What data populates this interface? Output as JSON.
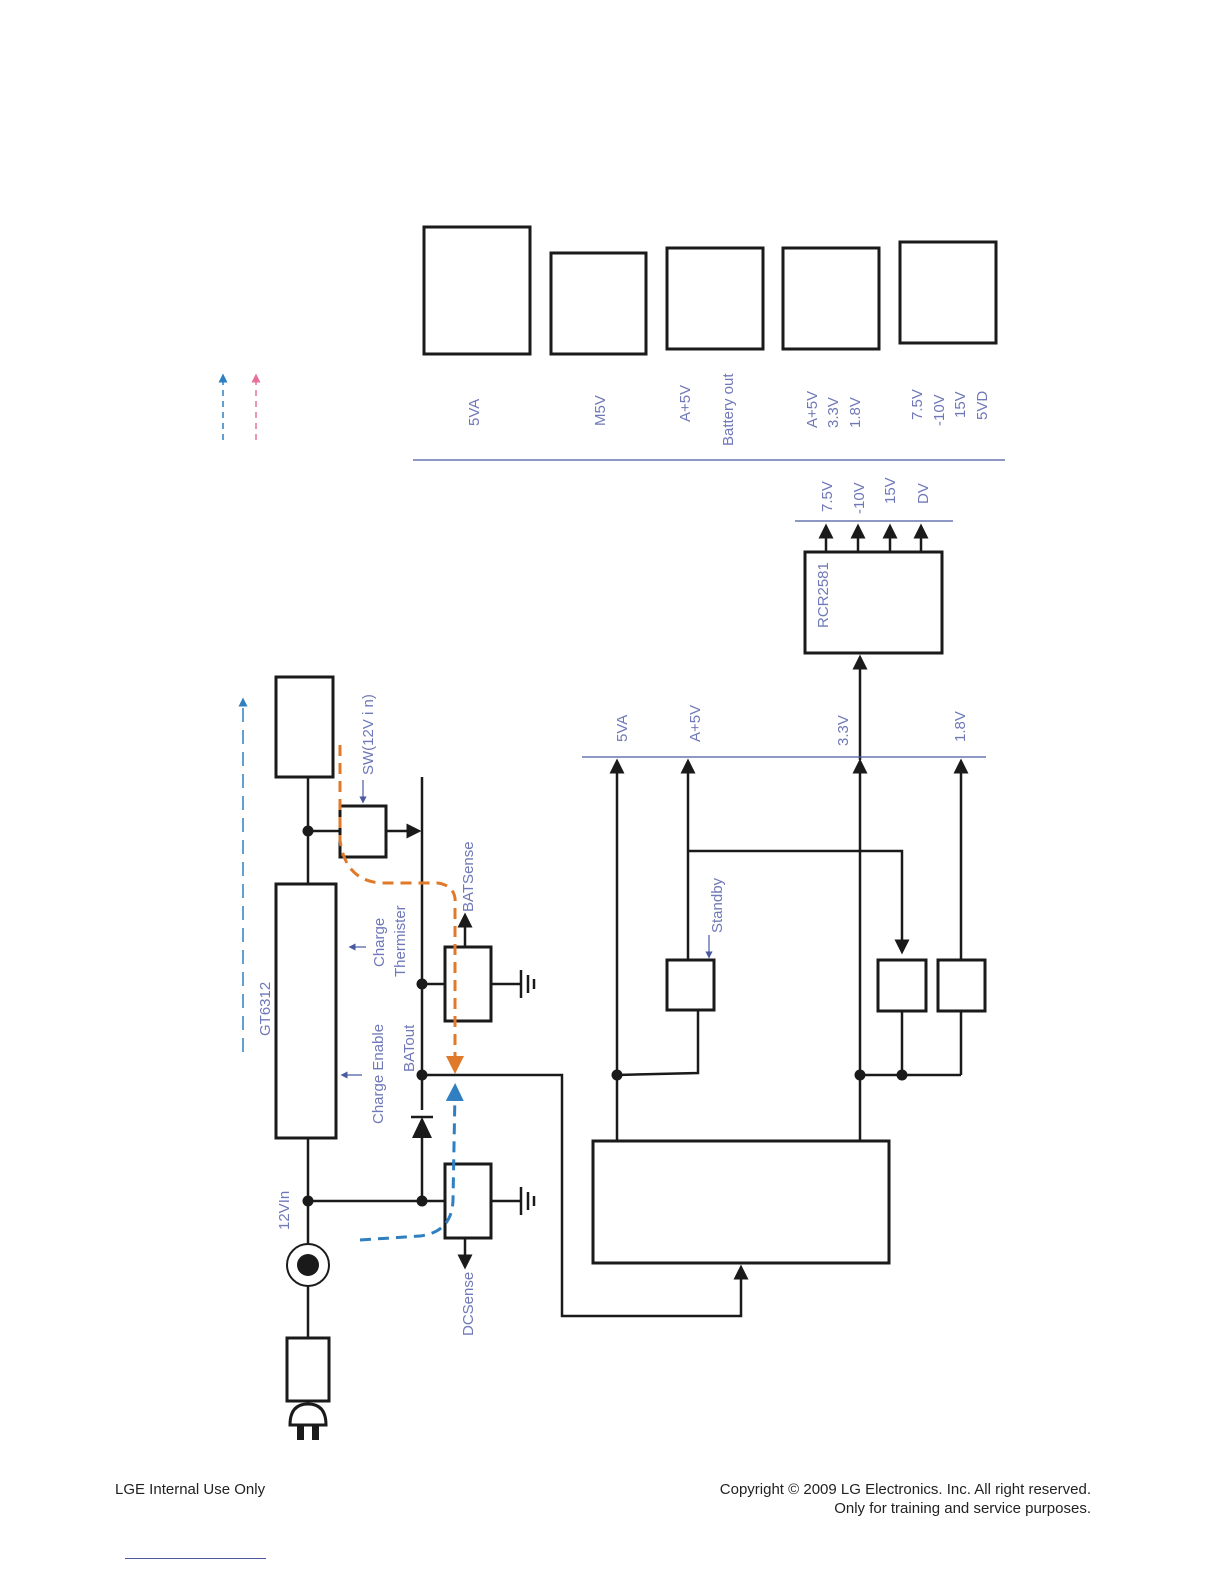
{
  "colors": {
    "line": "#1a1a1a",
    "label": "#6f78b8",
    "charge_path": "#e07a2a",
    "dc_path": "#2f7fc1",
    "legend_pink": "#e6709b",
    "legend_blue": "#2f7fc1"
  },
  "legend": {
    "blue_arrow": "",
    "pink_arrow": ""
  },
  "outputs": {
    "out1": {
      "lines": [
        "5VA"
      ]
    },
    "out2": {
      "lines": [
        "M5V"
      ]
    },
    "out3": {
      "lines": [
        "A+5V",
        "Battery  out"
      ]
    },
    "out4": {
      "lines": [
        "A+5V",
        "3.3V",
        "1.8V"
      ]
    },
    "out5": {
      "lines": [
        "7.5V",
        "-10V",
        "15V",
        "5VD"
      ]
    }
  },
  "rcr": {
    "label": "RCR2581",
    "outputs": [
      "7.5V",
      "-10V",
      "15V",
      "DV"
    ]
  },
  "main_rails": {
    "r1": "5VA",
    "r2": "A+5V",
    "r3": "3.3V",
    "r4": "1.8V"
  },
  "left": {
    "charger_ic": "GT6312",
    "sw_label": "SW(12V i n)",
    "charge_thermistor_line1": "Charge",
    "charge_thermistor_line2": "Thermister",
    "bat_sense": "BATSense",
    "bat_out": "BATout",
    "charge_enable": "Charge Enable",
    "input_12v": "12VIn",
    "dc_sense": "DCSense",
    "standby": "Standby"
  },
  "footer": {
    "left": "LGE Internal Use Only",
    "right_line1": "Copyright © 2009 LG Electronics. Inc. All right reserved.",
    "right_line2": "Only for training and service purposes."
  }
}
